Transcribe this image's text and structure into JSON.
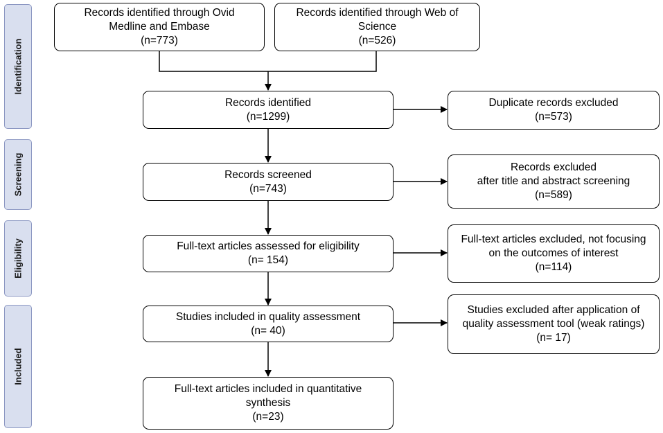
{
  "phases": {
    "identification": "Identification",
    "screening": "Screening",
    "eligibility": "Eligibility",
    "included": "Included"
  },
  "boxes": {
    "ovid": {
      "lines": [
        "Records identified through Ovid",
        "Medline and Embase",
        "(n=773)"
      ]
    },
    "wos": {
      "lines": [
        "Records identified through Web of",
        "Science",
        "(n=526)"
      ]
    },
    "identified": {
      "lines": [
        "Records identified",
        "(n=1299)"
      ]
    },
    "duplicates": {
      "lines": [
        "Duplicate records excluded",
        "(n=573)"
      ]
    },
    "screened": {
      "lines": [
        "Records screened",
        "(n=743)"
      ]
    },
    "excluded_title": {
      "lines": [
        "Records excluded",
        "after title and abstract screening",
        "(n=589)"
      ]
    },
    "fulltext_assessed": {
      "lines": [
        "Full-text articles assessed for eligibility",
        "(n= 154)"
      ]
    },
    "fulltext_excluded": {
      "lines": [
        "Full-text articles excluded, not focusing",
        "on the outcomes of interest",
        "(n=114)"
      ]
    },
    "quality": {
      "lines": [
        "Studies included in quality assessment",
        "(n= 40)"
      ]
    },
    "quality_excluded": {
      "lines": [
        "Studies excluded after application of",
        "quality assessment tool (weak ratings)",
        "(n= 17)"
      ]
    },
    "synthesis": {
      "lines": [
        "Full-text articles included in quantitative",
        "synthesis",
        "(n=23)"
      ]
    }
  }
}
